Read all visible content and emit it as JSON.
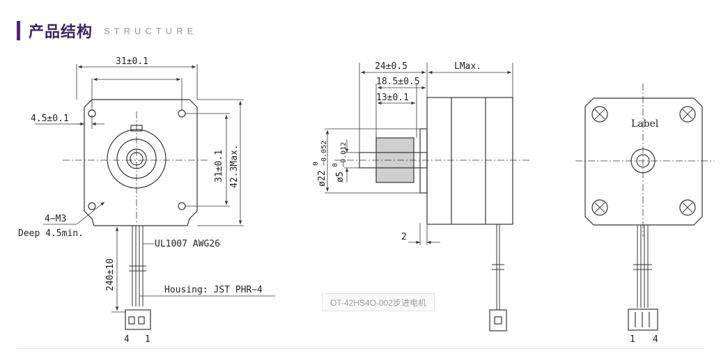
{
  "header": {
    "title_zh": "产品结构",
    "title_en": "STRUCTURE"
  },
  "front_view": {
    "dim_top": "31±0.1",
    "dim_hole_offset": "4.5±0.1",
    "dim_side_inner": "31±0.1",
    "dim_side_outer": "42.3Max.",
    "hole_note_1": "4−M3",
    "hole_note_2": "Deep 4.5min.",
    "cable": "UL1007 AWG26",
    "lead_length": "240±10",
    "housing": "Housing: JST PHR−4",
    "pin_left": "4",
    "pin_right": "1"
  },
  "side_view": {
    "dim_body": "24±0.5",
    "dim_length": "LMax.",
    "dim_shaft": "18.5±0.5",
    "dim_flat": "13±0.1",
    "dim_boss_dia": "ø22",
    "dim_boss_tol_upper": "0",
    "dim_boss_tol_lower": "−0.052",
    "dim_shaft_dia": "ø5",
    "dim_shaft_tol_upper": "0",
    "dim_shaft_tol_lower": "−0.012",
    "dim_boss_height": "2"
  },
  "rear_view": {
    "label": "Label",
    "pin_left": "1",
    "pin_right": "4"
  },
  "caption": "OT-42HS4O-002步进电机",
  "colors": {
    "accent": "#4a2a7a",
    "title": "#3a2566",
    "line": "#333333"
  }
}
